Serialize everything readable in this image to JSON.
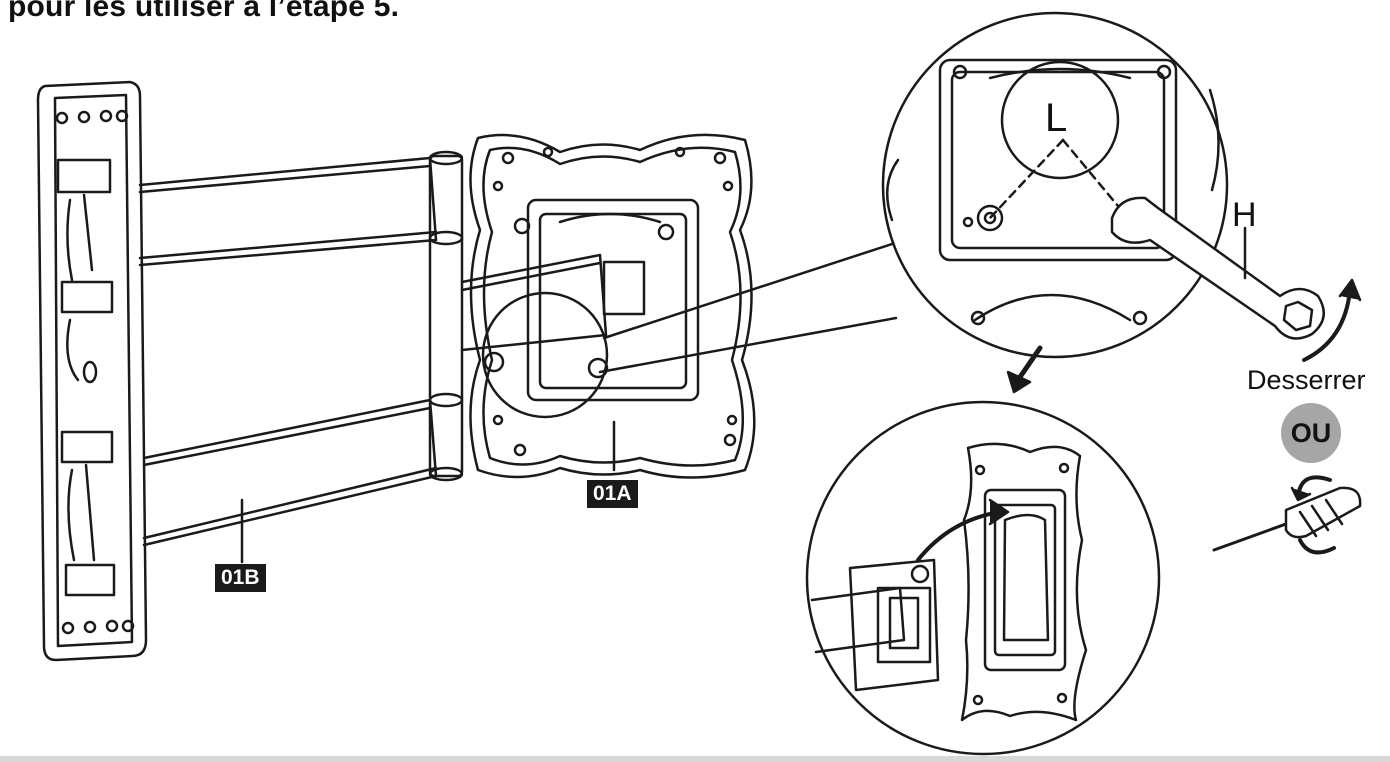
{
  "caption": "pour les utiliser à l’étape 5.",
  "labels": {
    "plate": "01A",
    "arm": "01B",
    "screw": "L",
    "wrench": "H",
    "loosen": "Desserrer",
    "or": "OU"
  },
  "colors": {
    "line": "#1a1a1a",
    "label_bg": "#1a1a1a",
    "badge_bg": "#a6a6a6"
  },
  "icons": [
    "wrench-icon",
    "screwdriver-icon",
    "rotate-arrow-icon",
    "down-arrow-icon"
  ]
}
